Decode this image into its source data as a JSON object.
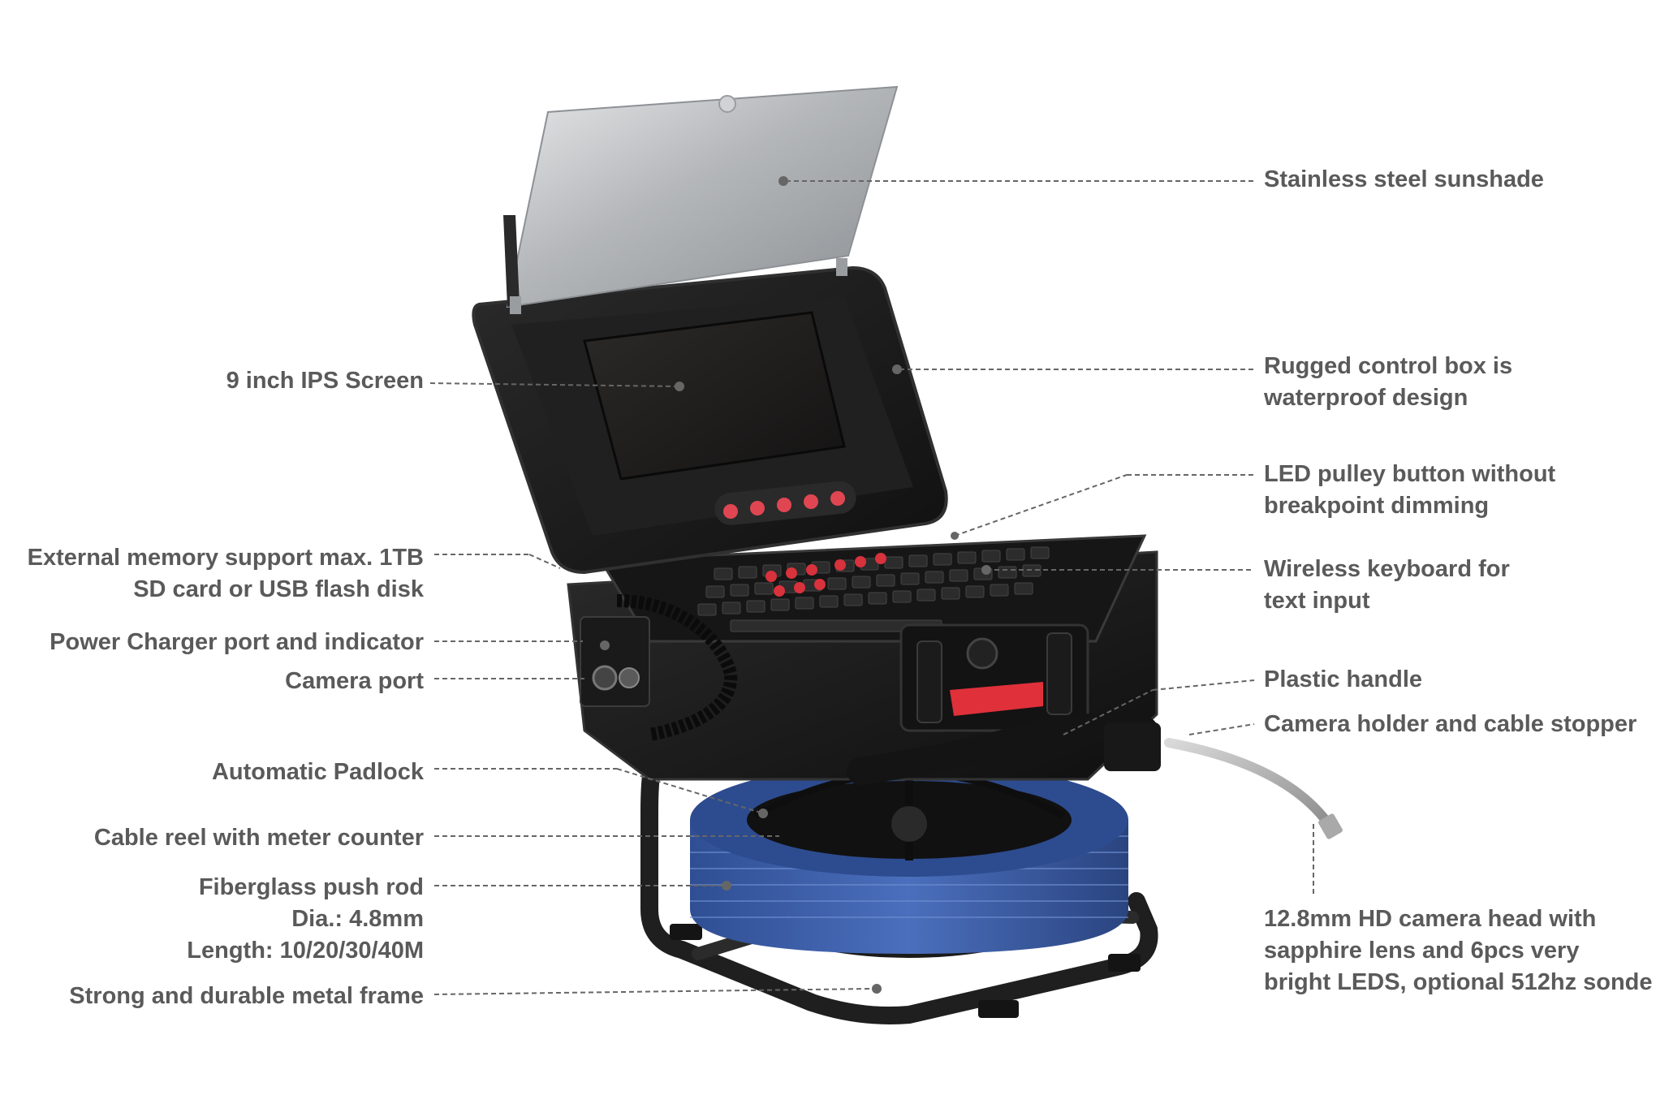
{
  "labels_left": {
    "ips_screen": "9 inch IPS Screen",
    "memory": [
      "External memory support max. 1TB",
      "SD card or USB flash disk"
    ],
    "charger": "Power Charger port and indicator",
    "camera_port": "Camera port",
    "padlock": "Automatic Padlock",
    "cable_reel": "Cable reel with meter counter",
    "push_rod": [
      "Fiberglass push rod",
      "Dia.: 4.8mm",
      "Length: 10/20/30/40M"
    ],
    "frame": "Strong and durable metal frame"
  },
  "labels_right": {
    "sunshade": "Stainless steel sunshade",
    "control_box": [
      "Rugged control box is",
      "waterproof design"
    ],
    "led_button": [
      "LED pulley button without",
      "breakpoint dimming"
    ],
    "keyboard": [
      "Wireless keyboard for",
      "text input"
    ],
    "handle": "Plastic handle",
    "holder": "Camera holder and cable stopper",
    "camera_head": [
      "12.8mm HD camera head with",
      "sapphire lens and 6pcs very",
      "bright LEDS, optional 512hz sonde"
    ]
  },
  "colors": {
    "label_text": "#5a5a5a",
    "leader_line": "#666666",
    "case_black": "#1c1c1c",
    "reel_blue": "#3b5ea8",
    "handle_red": "#e0303a",
    "sunshade_steel": "#b9bcbf"
  }
}
